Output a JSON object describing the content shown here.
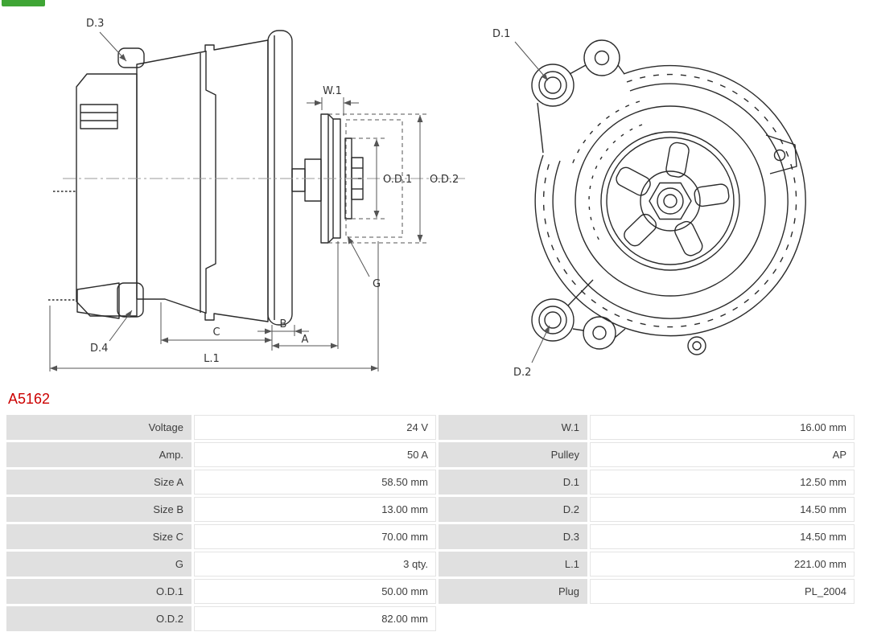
{
  "brand": {
    "logo_fragment_color": "#3fa535"
  },
  "part_number": "A5162",
  "diagram": {
    "side_view": {
      "d3": "D.3",
      "d4": "D.4",
      "w1": "W.1",
      "od1": "O.D.1",
      "od2": "O.D.2",
      "g": "G",
      "c": "C",
      "b": "B",
      "a": "A",
      "l1": "L.1"
    },
    "front_view": {
      "d1": "D.1",
      "d2": "D.2"
    }
  },
  "spec_table": {
    "rows": [
      {
        "label_left": "Voltage",
        "value_left": "24 V",
        "label_right": "W.1",
        "value_right": "16.00 mm"
      },
      {
        "label_left": "Amp.",
        "value_left": "50 A",
        "label_right": "Pulley",
        "value_right": "AP"
      },
      {
        "label_left": "Size A",
        "value_left": "58.50 mm",
        "label_right": "D.1",
        "value_right": "12.50 mm"
      },
      {
        "label_left": "Size B",
        "value_left": "13.00 mm",
        "label_right": "D.2",
        "value_right": "14.50 mm"
      },
      {
        "label_left": "Size C",
        "value_left": "70.00 mm",
        "label_right": "D.3",
        "value_right": "14.50 mm"
      },
      {
        "label_left": "G",
        "value_left": "3 qty.",
        "label_right": "L.1",
        "value_right": "221.00 mm"
      },
      {
        "label_left": "O.D.1",
        "value_left": "50.00 mm",
        "label_right": "Plug",
        "value_right": "PL_2004"
      },
      {
        "label_left": "O.D.2",
        "value_left": "82.00 mm",
        "label_right": "",
        "value_right": ""
      }
    ]
  },
  "colors": {
    "part_number_text": "#cc0000",
    "table_label_bg": "#e0e0e0",
    "table_value_border": "#e4e4e4",
    "table_text": "#3d3d3d",
    "drawing_line": "#2b2b2b"
  }
}
